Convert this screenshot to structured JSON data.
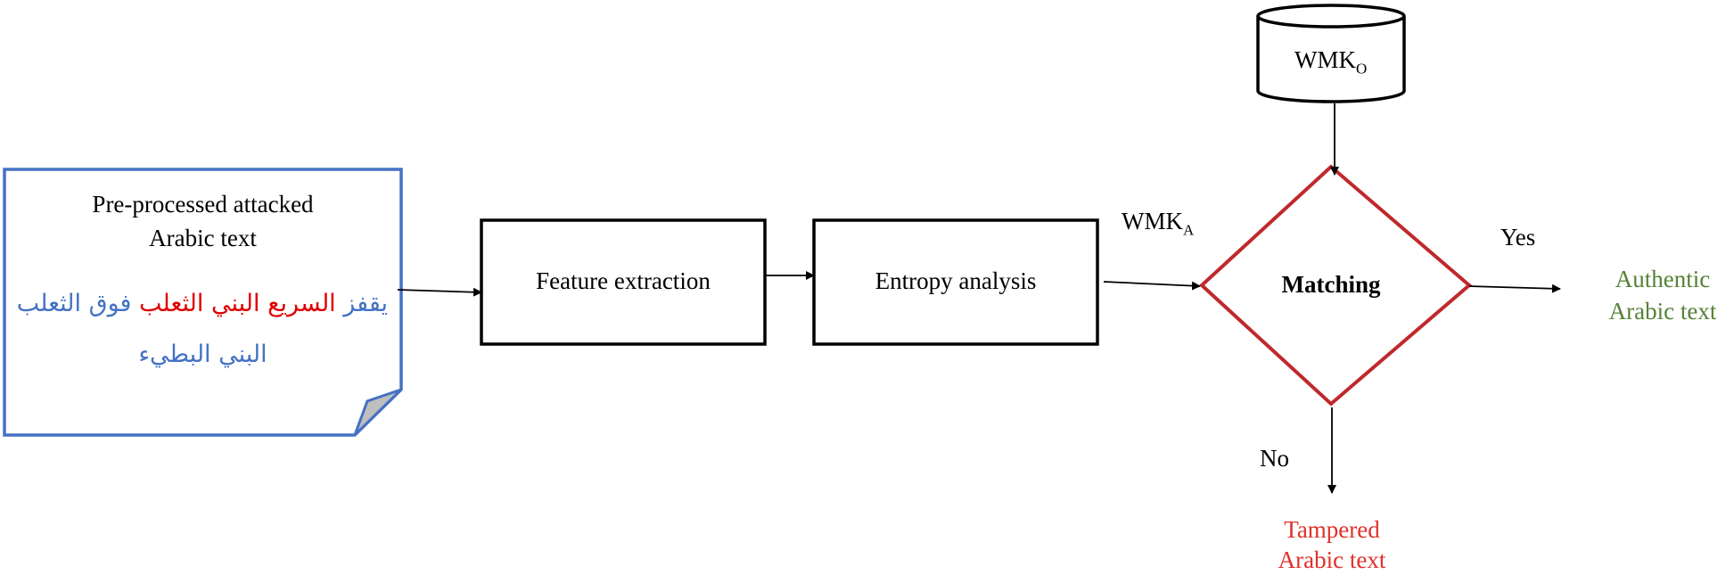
{
  "document": {
    "line1": "Pre-processed attacked",
    "line2": "Arabic text",
    "arabic_row1_part1": "يقفز",
    "arabic_row1_part2": "السريع البني الثعلب",
    "arabic_row1_part3": "فوق الثعلب",
    "arabic_row2": "البني البطيء"
  },
  "boxes": {
    "feature_extraction": "Feature extraction",
    "entropy_analysis": "Entropy analysis"
  },
  "database": {
    "label": "WMK",
    "subscript": "O"
  },
  "wmk_attacked": {
    "label": "WMK",
    "subscript": "A"
  },
  "decision": {
    "label": "Matching",
    "yes": "Yes",
    "no": "No"
  },
  "outputs": {
    "authentic_line1": "Authentic",
    "authentic_line2": "Arabic text",
    "tampered_line1": "Tampered",
    "tampered_line2": "Arabic text"
  },
  "colors": {
    "doc_border": "#4472c4",
    "arabic_blue": "#4472c4",
    "arabic_red": "#e00000",
    "diamond": "#c0282c",
    "authentic": "#548235",
    "tampered": "#e0302a",
    "fold": "#bfbfbf"
  }
}
